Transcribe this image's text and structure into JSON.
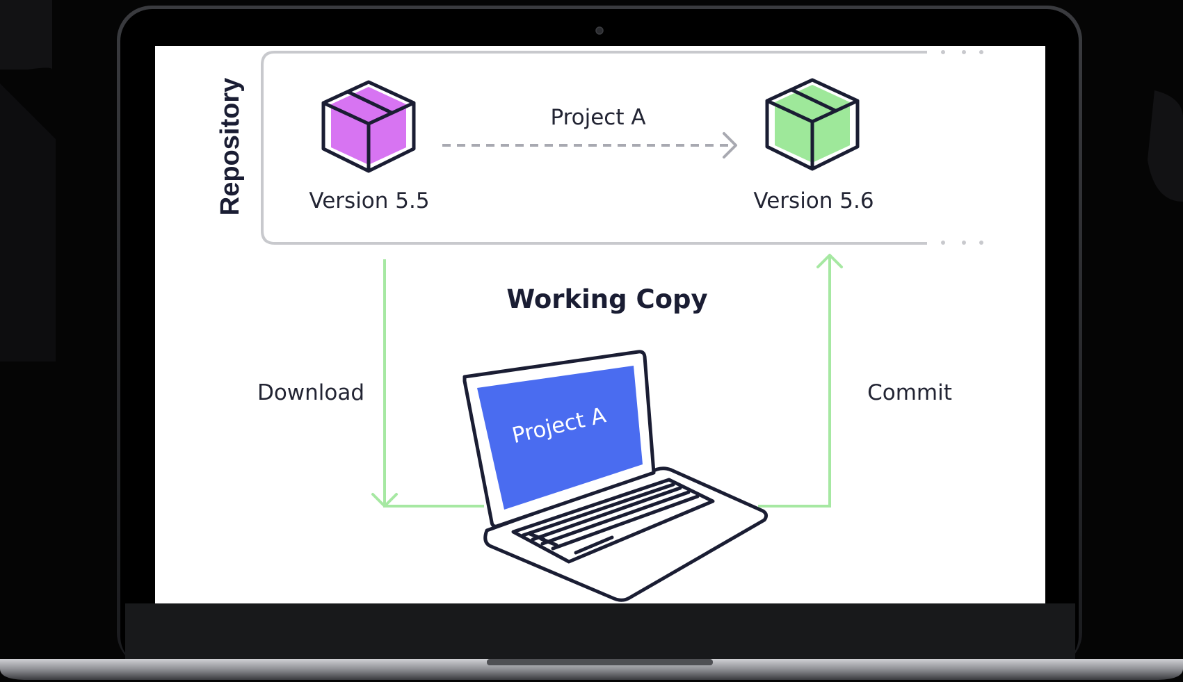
{
  "diagram": {
    "repository_label": "Repository",
    "version_old_label": "Version 5.5",
    "version_new_label": "Version 5.6",
    "transition_label": "Project A",
    "working_copy_label": "Working Copy",
    "download_label": "Download",
    "commit_label": "Commit",
    "laptop_screen_label": "Project A"
  },
  "colors": {
    "background": "#050505",
    "screen_white": "#ffffff",
    "outline": "#1a1d33",
    "box_purple": "#d774f2",
    "box_green": "#9ee89a",
    "arrow_green": "#a6e8a2",
    "dashed_gray": "#a8a9b1",
    "laptop_screen_blue": "#4a6cf0",
    "text_dark": "#222433"
  },
  "icons": {
    "old_version": "package-box-icon",
    "new_version": "package-box-icon",
    "working_copy": "laptop-icon"
  }
}
